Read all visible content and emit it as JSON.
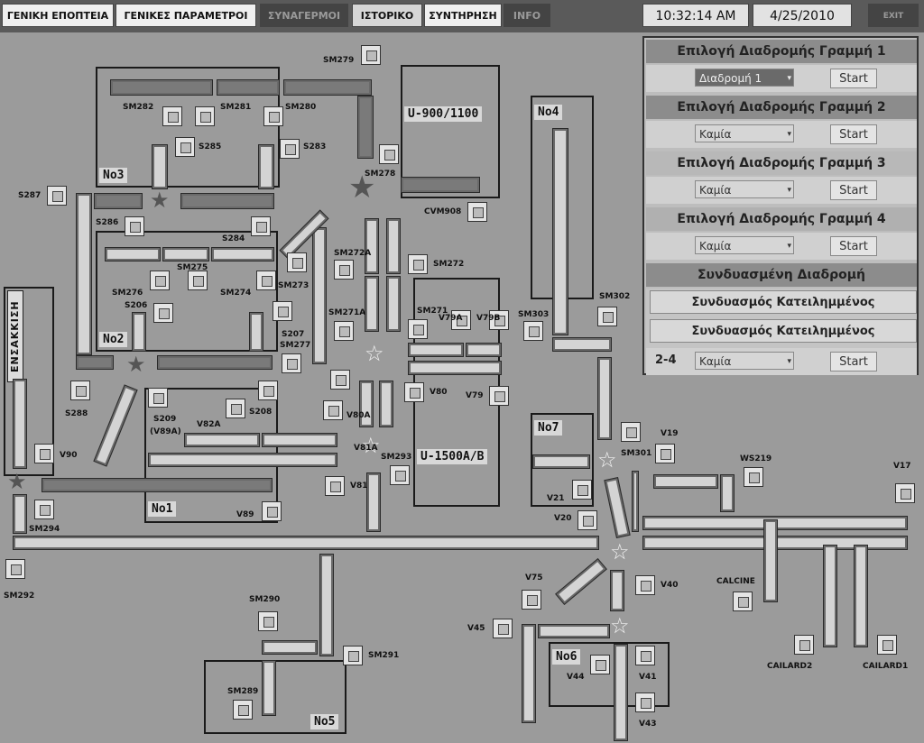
{
  "tabs": [
    "ΓΕΝΙΚΗ ΕΠΟΠΤΕΙΑ",
    "ΓΕΝΙΚΕΣ ΠΑΡΑΜΕΤΡΟΙ",
    "ΣΥΝΑΓΕΡΜΟΙ",
    "ΙΣΤΟΡΙΚΟ",
    "ΣΥΝΤΗΡΗΣΗ",
    "INFO"
  ],
  "clock": {
    "time": "10:32:14 AM",
    "date": "4/25/2010"
  },
  "exit_label": "EXIT",
  "areas": {
    "no1": "No1",
    "no2": "No2",
    "no3": "No3",
    "no4": "No4",
    "no5": "No5",
    "no6": "No6",
    "no7": "No7",
    "u900": "U-900/1100",
    "u1500": "U-1500A/B",
    "ensakkisi": "ΕΝΣΑΚΚΙΣΗ"
  },
  "panel": {
    "line1_title": "Επιλογή Διαδρομής Γραμμή 1",
    "line1_value": "Διαδρομή 1",
    "line2_title": "Επιλογή Διαδρομής Γραμμή 2",
    "line2_value": "Καμία",
    "line3_title": "Επιλογή Διαδρομής Γραμμή 3",
    "line3_value": "Καμία",
    "line4_title": "Επιλογή Διαδρομής Γραμμή 4",
    "line4_value": "Καμία",
    "combined_title": "Συνδυασμένη Διαδρομή",
    "combo_btn1": "Συνδυασμός Κατειλημμένος",
    "combo_btn2": "Συνδυασμός Κατειλημμένος",
    "combo_label": "2-4",
    "combo_value": "Καμία",
    "start": "Start"
  },
  "tags": {
    "sm279": "SM279",
    "sm282": "SM282",
    "sm281": "SM281",
    "sm280": "SM280",
    "s285": "S285",
    "s283": "S283",
    "sm278": "SM278",
    "cvm908": "CVM908",
    "s287": "S287",
    "s286": "S286",
    "s284": "S284",
    "sm272a": "SM272A",
    "sm272": "SM272",
    "sm276": "SM276",
    "sm275": "SM275",
    "sm274": "SM274",
    "sm273": "SM273",
    "s206": "S206",
    "sm271a": "SM271A",
    "sm271": "SM271",
    "v79a": "V79A",
    "v79b": "V79B",
    "sm303": "SM303",
    "sm302": "SM302",
    "s207": "S207",
    "sm277": "SM277",
    "v80a": "V80A",
    "v80": "V80",
    "v79": "V79",
    "s288": "S288",
    "s209": "S209",
    "v89a": "(V89A)",
    "v82a": "V82A",
    "s208": "S208",
    "v81a": "V81A",
    "sm293": "SM293",
    "v81": "V81",
    "v90": "V90",
    "sm301": "SM301",
    "v19": "V19",
    "ws219": "WS219",
    "v17": "V17",
    "v21": "V21",
    "v20": "V20",
    "sm294": "SM294",
    "v89": "V89",
    "sm292": "SM292",
    "v75": "V75",
    "v40": "V40",
    "calcine": "CALCINE",
    "sm290": "SM290",
    "v45": "V45",
    "sm291": "SM291",
    "v44": "V44",
    "v41": "V41",
    "cailard2": "CAILARD2",
    "cailard1": "CAILARD1",
    "sm289": "SM289",
    "v43": "V43"
  }
}
